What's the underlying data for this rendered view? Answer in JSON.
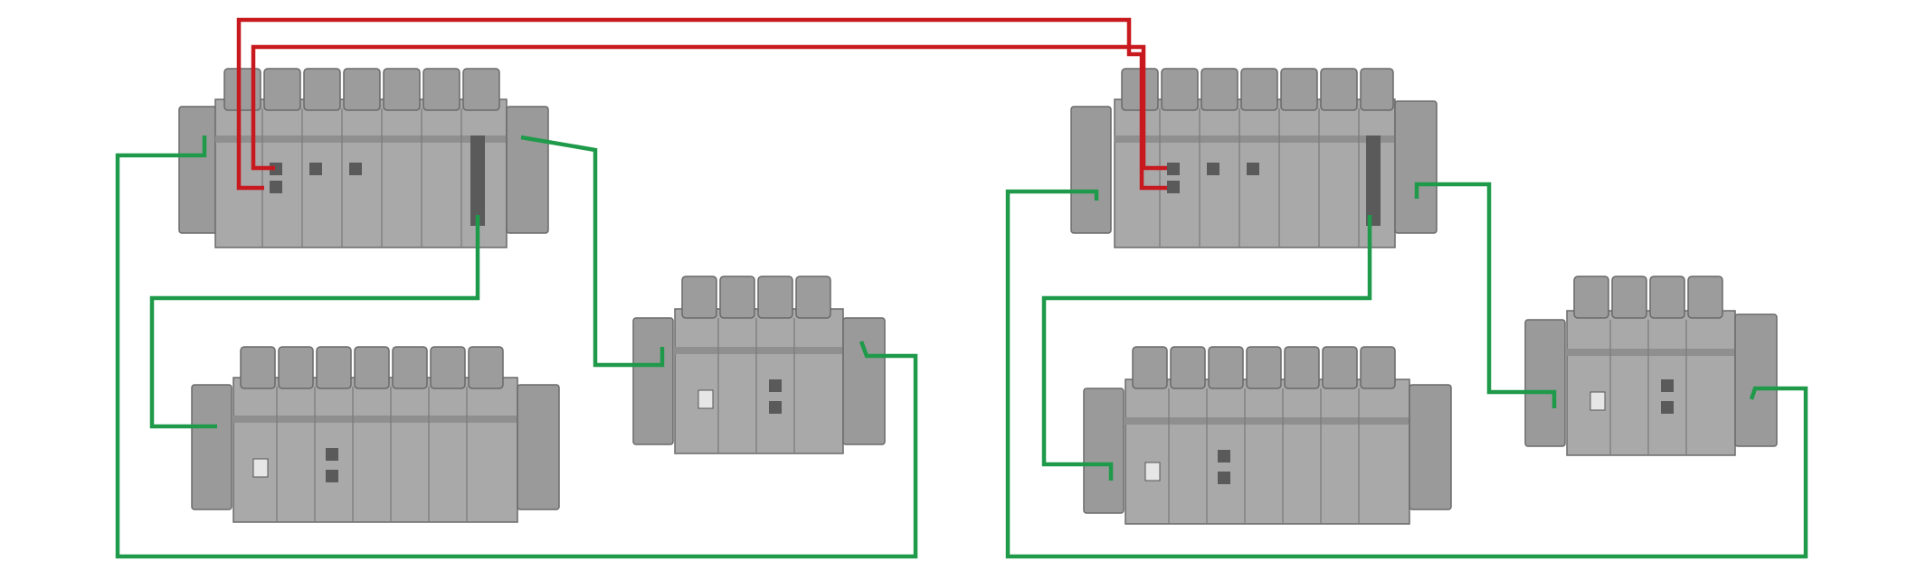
{
  "colors": {
    "red_wire": "#c8191e",
    "green_wire": "#1f9a4a",
    "rack_body": "#a9a9a9",
    "background": "#ffffff"
  },
  "icons": [
    "plc-rack",
    "network-module",
    "ethernet-port",
    "din-rail-end-clamp"
  ]
}
